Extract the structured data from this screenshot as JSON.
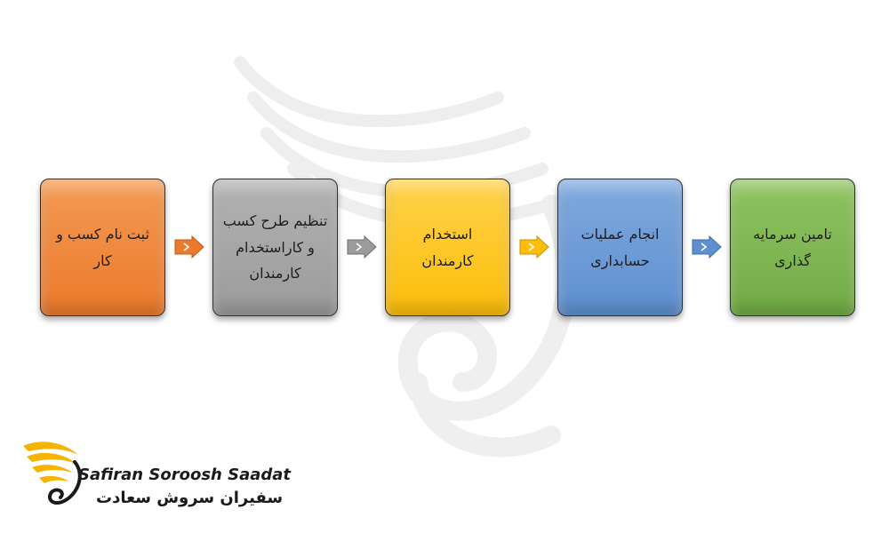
{
  "steps": [
    {
      "label": "ثبت نام کسب و کار",
      "color": "#ec7a2c"
    },
    {
      "label": "تنظیم طرح کسب و کاراستخدام کارمندان",
      "color": "#9b9b9b"
    },
    {
      "label": "استخدام کارمندان",
      "color": "#fcbe0a"
    },
    {
      "label": "انجام عملیات حسابداری",
      "color": "#5e8fd0"
    },
    {
      "label": "تامین سرمایه گذاری",
      "color": "#72ab46"
    }
  ],
  "arrows": [
    {
      "icon": "arrow-right-icon",
      "color": "#ec7a2c"
    },
    {
      "icon": "arrow-right-icon",
      "color": "#9b9b9b"
    },
    {
      "icon": "arrow-right-icon",
      "color": "#fcbe0a"
    },
    {
      "icon": "arrow-right-icon",
      "color": "#5e8fd0"
    }
  ],
  "logo": {
    "name_en": "Safiran Soroosh Saadat",
    "name_fa": "سفیران سروش سعادت",
    "icon": "wing-logo-icon"
  }
}
